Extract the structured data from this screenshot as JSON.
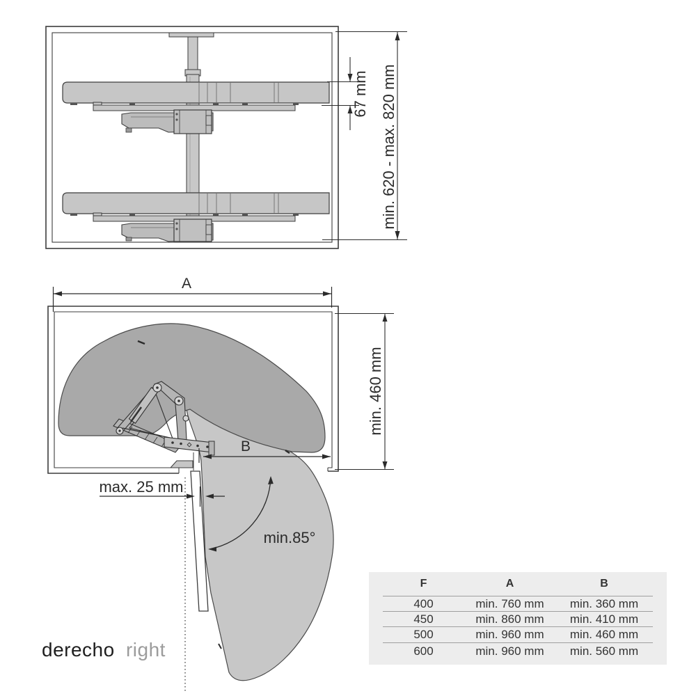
{
  "top_view": {
    "name": "front elevation of pull-out mechanism",
    "dim_shelf_clearance": "67 mm",
    "dim_height_range": "min. 620 - max. 820 mm"
  },
  "plan_view": {
    "name": "plan view with swing-out tray",
    "dim_width_label": "A",
    "dim_depth": "min. 460 mm",
    "dim_opening_label": "B",
    "dim_door_gap": "max. 25 mm",
    "dim_opening_angle": "min.85°"
  },
  "footer": {
    "orientation_es": "derecho",
    "orientation_en": "right"
  },
  "spec_table": {
    "headers": [
      "F",
      "A",
      "B"
    ],
    "rows": [
      [
        "400",
        "min. 760 mm",
        "min. 360 mm"
      ],
      [
        "450",
        "min. 860 mm",
        "min. 410 mm"
      ],
      [
        "500",
        "min. 960 mm",
        "min. 460 mm"
      ],
      [
        "600",
        "min. 960 mm",
        "min. 560 mm"
      ]
    ]
  },
  "colors": {
    "outline": "#3c3c3c",
    "tray_stored": "#a9a9a9",
    "tray_open": "#c7c7c7",
    "shelf_gray": "#c6c6c6",
    "table_background": "#ededed",
    "secondary_text": "#9c9c9c"
  }
}
